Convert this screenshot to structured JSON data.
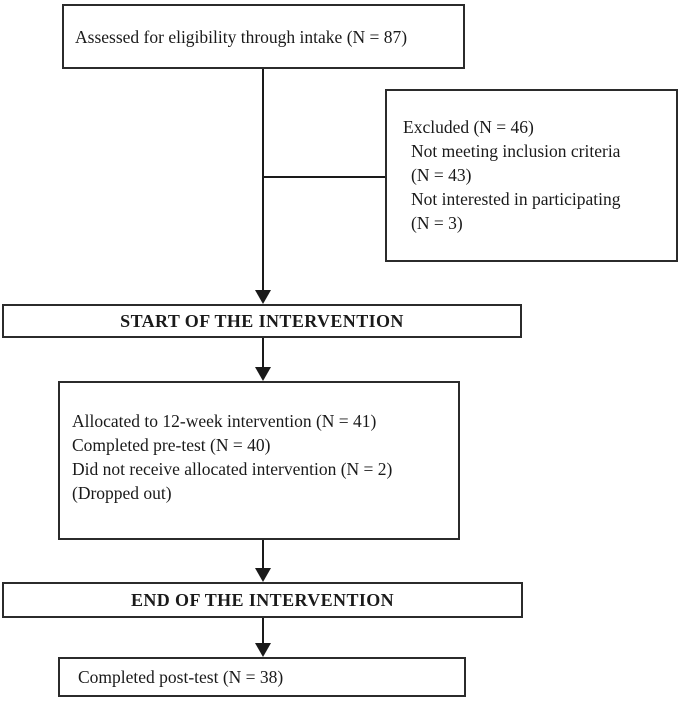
{
  "diagram": {
    "type": "flowchart",
    "background_color": "#ffffff",
    "ink_color": "#1a1a1a",
    "nodes": {
      "assessed": {
        "text": "Assessed for eligibility through intake (N = 87)"
      },
      "excluded": {
        "lines": [
          "Excluded (N = 46)",
          "Not meeting inclusion criteria",
          "(N = 43)",
          "Not interested in participating",
          "(N = 3)"
        ]
      },
      "start_banner": {
        "text": "START OF THE INTERVENTION"
      },
      "allocated": {
        "lines": [
          "Allocated to 12-week intervention (N = 41)",
          "Completed pre-test (N = 40)",
          "Did not receive allocated intervention (N = 2)",
          "(Dropped out)"
        ]
      },
      "end_banner": {
        "text": "END OF THE INTERVENTION"
      },
      "posttest": {
        "text": "Completed post-test (N = 38)"
      }
    }
  }
}
